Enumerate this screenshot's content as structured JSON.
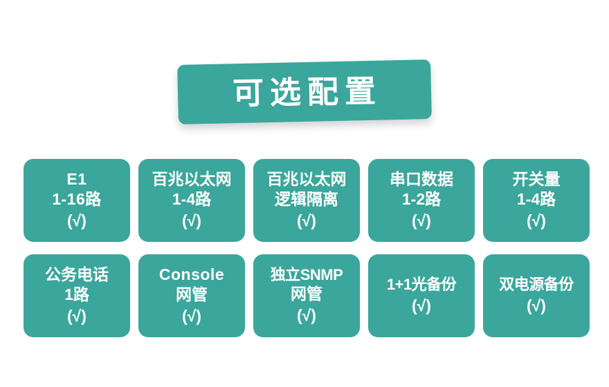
{
  "banner": {
    "title": "可选配置"
  },
  "theme": {
    "accent": "#3ba69c",
    "text_on_accent": "#ffffff",
    "background": "#ffffff"
  },
  "check_symbol": "(√)",
  "rows": [
    {
      "cards": [
        {
          "lines": [
            "E1",
            "1-16路"
          ],
          "check": "(√)"
        },
        {
          "lines": [
            "百兆以太网",
            "1-4路"
          ],
          "check": "(√)"
        },
        {
          "lines": [
            "百兆以太网",
            "逻辑隔离"
          ],
          "check": "(√)"
        },
        {
          "lines": [
            "串口数据",
            "1-2路"
          ],
          "check": "(√)"
        },
        {
          "lines": [
            "开关量",
            "1-4路"
          ],
          "check": "(√)"
        }
      ]
    },
    {
      "cards": [
        {
          "lines": [
            "公务电话",
            "1路"
          ],
          "check": "(√)"
        },
        {
          "lines": [
            "Console",
            "网管"
          ],
          "check": "(√)"
        },
        {
          "lines": [
            "独立SNMP",
            "网管"
          ],
          "check": "(√)"
        },
        {
          "lines": [
            "1+1光备份"
          ],
          "check": "(√)"
        },
        {
          "lines": [
            "双电源备份"
          ],
          "check": "(√)"
        }
      ]
    }
  ]
}
